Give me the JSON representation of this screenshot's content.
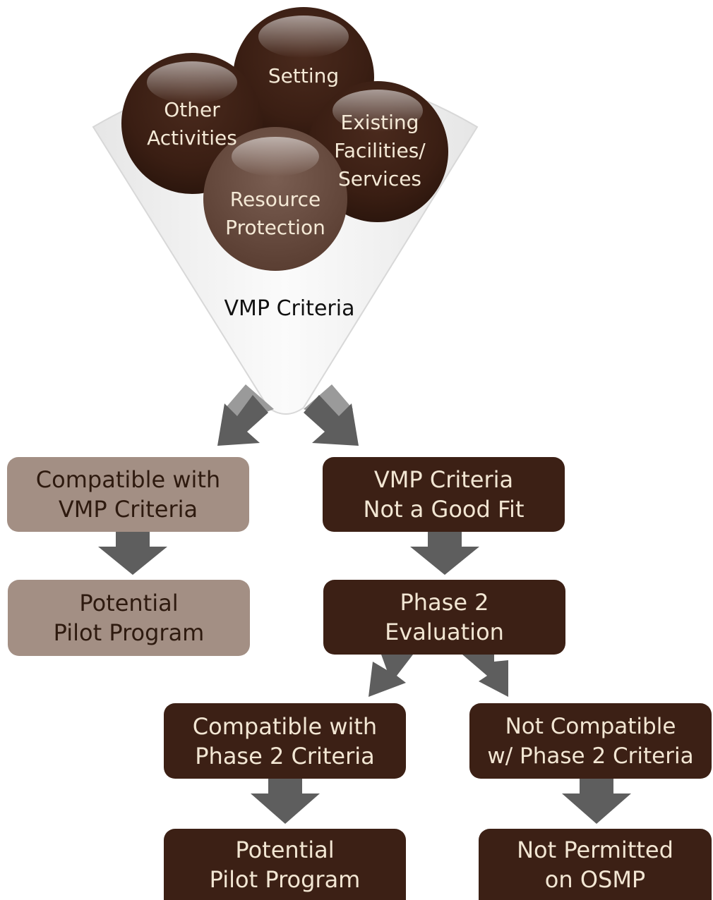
{
  "funnel": {
    "label": "VMP Criteria",
    "bubbles": [
      {
        "id": "setting",
        "lines": [
          "Setting"
        ]
      },
      {
        "id": "other-activities",
        "lines": [
          "Other",
          "Activities"
        ]
      },
      {
        "id": "existing-facilities",
        "lines": [
          "Existing",
          "Facilities/",
          "Services"
        ]
      },
      {
        "id": "resource-protection",
        "lines": [
          "Resource",
          "Protection"
        ]
      }
    ]
  },
  "boxes": {
    "compatible_vmp": [
      "Compatible with",
      "VMP Criteria"
    ],
    "potential_pilot_left": [
      "Potential",
      "Pilot Program"
    ],
    "vmp_not_good_fit": [
      "VMP Criteria",
      "Not a Good Fit"
    ],
    "phase2_evaluation": [
      "Phase 2",
      "Evaluation"
    ],
    "compatible_phase2": [
      "Compatible with",
      "Phase 2 Criteria"
    ],
    "not_compatible_phase2": [
      "Not Compatible",
      "w/ Phase 2 Criteria"
    ],
    "potential_pilot_bottom": [
      "Potential",
      "Pilot Program"
    ],
    "not_permitted": [
      "Not Permitted",
      "on OSMP"
    ]
  },
  "colors": {
    "light_box": "#a38f84",
    "dark_box": "#3c2015",
    "arrow": "#5e5e5e",
    "bubble": "#3e2116",
    "funnel": "#eeeeee"
  }
}
